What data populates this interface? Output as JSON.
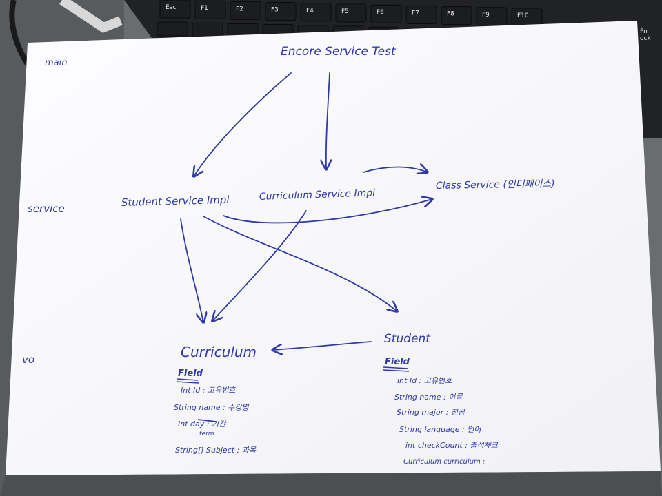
{
  "keyboard": {
    "keys": [
      "Esc",
      "F1",
      "F2",
      "F3",
      "F4",
      "F5",
      "F6",
      "F7",
      "F8",
      "F9",
      "F10"
    ],
    "side_labels": [
      "Fn",
      "ock"
    ]
  },
  "layers": {
    "main": "main",
    "service": "service",
    "vo": "vo"
  },
  "nodes": {
    "encore_service_test": "Encore Service Test",
    "student_service_impl": "Student Service Impl",
    "curriculum_service_impl": "Curriculum Service Impl",
    "class_service": "Class Service (인터페이스)",
    "curriculum": "Curriculum",
    "student": "Student"
  },
  "curriculum_fields": {
    "header": "Field",
    "items": [
      "Int Id : 고유번호",
      "String name : 수강명",
      "Int day : 기간",
      "String[] Subject : 과목"
    ],
    "correction": "term"
  },
  "student_fields": {
    "header": "Field",
    "items": [
      "int Id : 고유번호",
      "String name : 이름",
      "String major : 전공",
      "String language : 언어",
      "int checkCount : 출석체크",
      "Curriculum curriculum :"
    ]
  },
  "edges": [
    {
      "from": "Encore Service Test",
      "to": "Student Service Impl"
    },
    {
      "from": "Encore Service Test",
      "to": "Curriculum Service Impl"
    },
    {
      "from": "Curriculum Service Impl",
      "to": "Class Service (인터페이스)"
    },
    {
      "from": "Student Service Impl",
      "to": "Class Service (인터페이스)"
    },
    {
      "from": "Student Service Impl",
      "to": "Curriculum"
    },
    {
      "from": "Student Service Impl",
      "to": "Student"
    },
    {
      "from": "Curriculum Service Impl",
      "to": "Curriculum"
    },
    {
      "from": "Student",
      "to": "Curriculum"
    }
  ],
  "colors": {
    "ink": "#2f3aa8",
    "paper": "#fbfbfd",
    "desk": "#5b5e60",
    "keyboard": "#202226"
  }
}
